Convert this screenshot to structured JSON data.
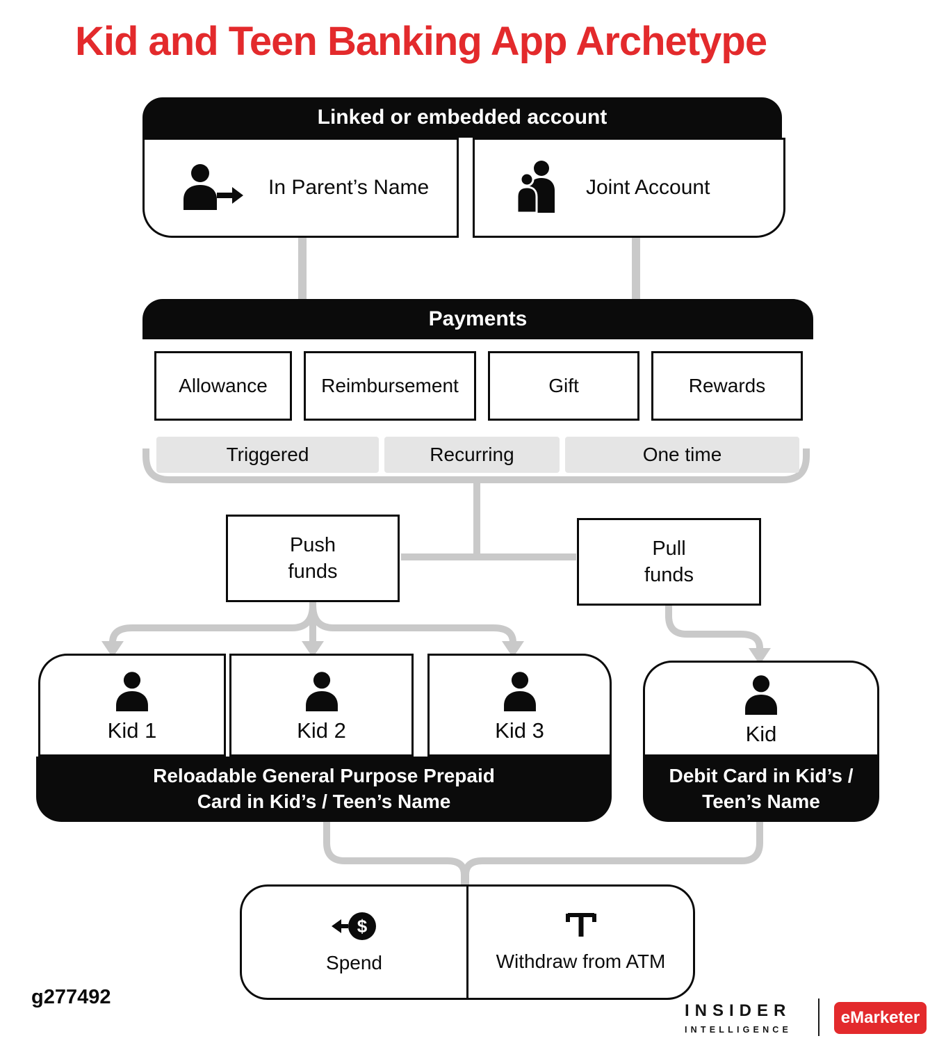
{
  "title": "Kid and Teen Banking App Archetype",
  "figure_id": "g277492",
  "colors": {
    "red": "#E32A2C",
    "black": "#0B0B0B",
    "connector": "#C9C9C9",
    "pill_bg": "#E5E5E5"
  },
  "linked_account": {
    "header": "Linked or embedded account",
    "options": [
      {
        "label": "In Parent’s Name",
        "icon": "person-arrow-icon"
      },
      {
        "label": "Joint Account",
        "icon": "joint-account-icon"
      }
    ]
  },
  "payments": {
    "header": "Payments",
    "types": [
      "Allowance",
      "Reimbursement",
      "Gift",
      "Rewards"
    ],
    "timing": [
      "Triggered",
      "Recurring",
      "One time"
    ]
  },
  "fund_flows": [
    {
      "lines": [
        "Push",
        "funds"
      ]
    },
    {
      "lines": [
        "Pull",
        "funds"
      ]
    }
  ],
  "recipients": {
    "push": [
      "Kid 1",
      "Kid 2",
      "Kid 3"
    ],
    "pull": [
      "Kid"
    ]
  },
  "cards": {
    "prepaid_lines": [
      "Reloadable General Purpose Prepaid",
      "Card in Kid’s / Teen’s Name"
    ],
    "debit_lines": [
      "Debit Card in Kid’s /",
      "Teen’s Name"
    ]
  },
  "actions": [
    {
      "label": "Spend",
      "icon": "spend-coin-icon"
    },
    {
      "label": "Withdraw from ATM",
      "icon": "atm-icon"
    }
  ],
  "branding": {
    "insider_line1": "INSIDER",
    "insider_line2": "INTELLIGENCE",
    "emarketer": "eMarketer"
  }
}
